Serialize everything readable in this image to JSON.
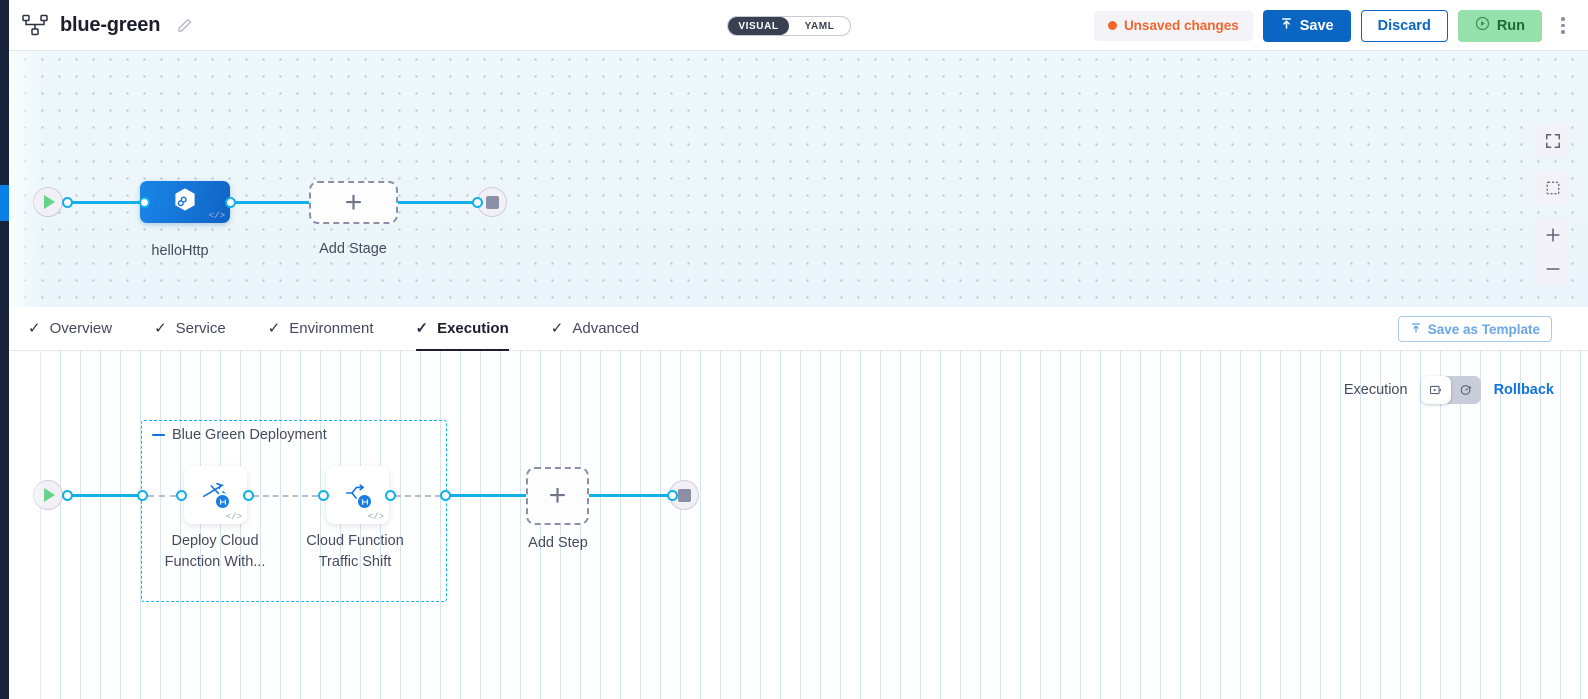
{
  "header": {
    "pipeline_icon": "pipeline-nodes-icon",
    "title": "blue-green",
    "edit_icon": "pencil-icon",
    "mode_toggle": {
      "visual": "VISUAL",
      "yaml": "YAML",
      "selected": "VISUAL"
    },
    "unsaved_label": "Unsaved changes",
    "save_label": "Save",
    "discard_label": "Discard",
    "run_label": "Run",
    "more_icon": "kebab-menu-icon",
    "colors": {
      "unsaved": "#f4652b",
      "save_bg": "#0a66c2",
      "discard_fg": "#0a66c2",
      "run_bg": "#96e0ab"
    }
  },
  "stage_canvas": {
    "start_icon": "play-icon",
    "end_icon": "stop-icon",
    "stage": {
      "label": "helloHttp",
      "icon": "cloud-function-hexagon-icon",
      "code_badge": "</>"
    },
    "add_stage": {
      "label": "Add Stage",
      "icon": "plus-icon"
    },
    "controls": {
      "fullscreen_icon": "fullscreen-icon",
      "select_area_icon": "select-area-icon",
      "zoom_in_icon": "zoom-in-icon",
      "zoom_out_icon": "zoom-out-icon"
    }
  },
  "tabs": {
    "items": [
      {
        "label": "Overview",
        "checked": true,
        "active": false
      },
      {
        "label": "Service",
        "checked": true,
        "active": false
      },
      {
        "label": "Environment",
        "checked": true,
        "active": false
      },
      {
        "label": "Execution",
        "checked": true,
        "active": true
      },
      {
        "label": "Advanced",
        "checked": true,
        "active": false
      }
    ],
    "save_template_label": "Save as Template",
    "save_template_icon": "upload-icon"
  },
  "execution": {
    "label": "Execution",
    "toggle": {
      "execution_icon": "execution-view-icon",
      "rollback_icon": "rollback-view-icon",
      "selected": "execution"
    },
    "rollback_label": "Rollback",
    "group": {
      "label": "Blue Green Deployment",
      "collapse_icon": "collapse-dash-icon"
    },
    "steps": [
      {
        "label": "Deploy Cloud\nFunction With...",
        "icon": "deploy-cloud-function-icon",
        "badge_icon": "step-badge-icon",
        "code_badge": "</>"
      },
      {
        "label": "Cloud Function\nTraffic Shift",
        "icon": "traffic-shift-icon",
        "badge_icon": "step-badge-icon",
        "code_badge": "</>"
      }
    ],
    "add_step": {
      "label": "Add Step",
      "icon": "plus-icon"
    },
    "start_icon": "play-icon",
    "end_icon": "stop-icon"
  }
}
